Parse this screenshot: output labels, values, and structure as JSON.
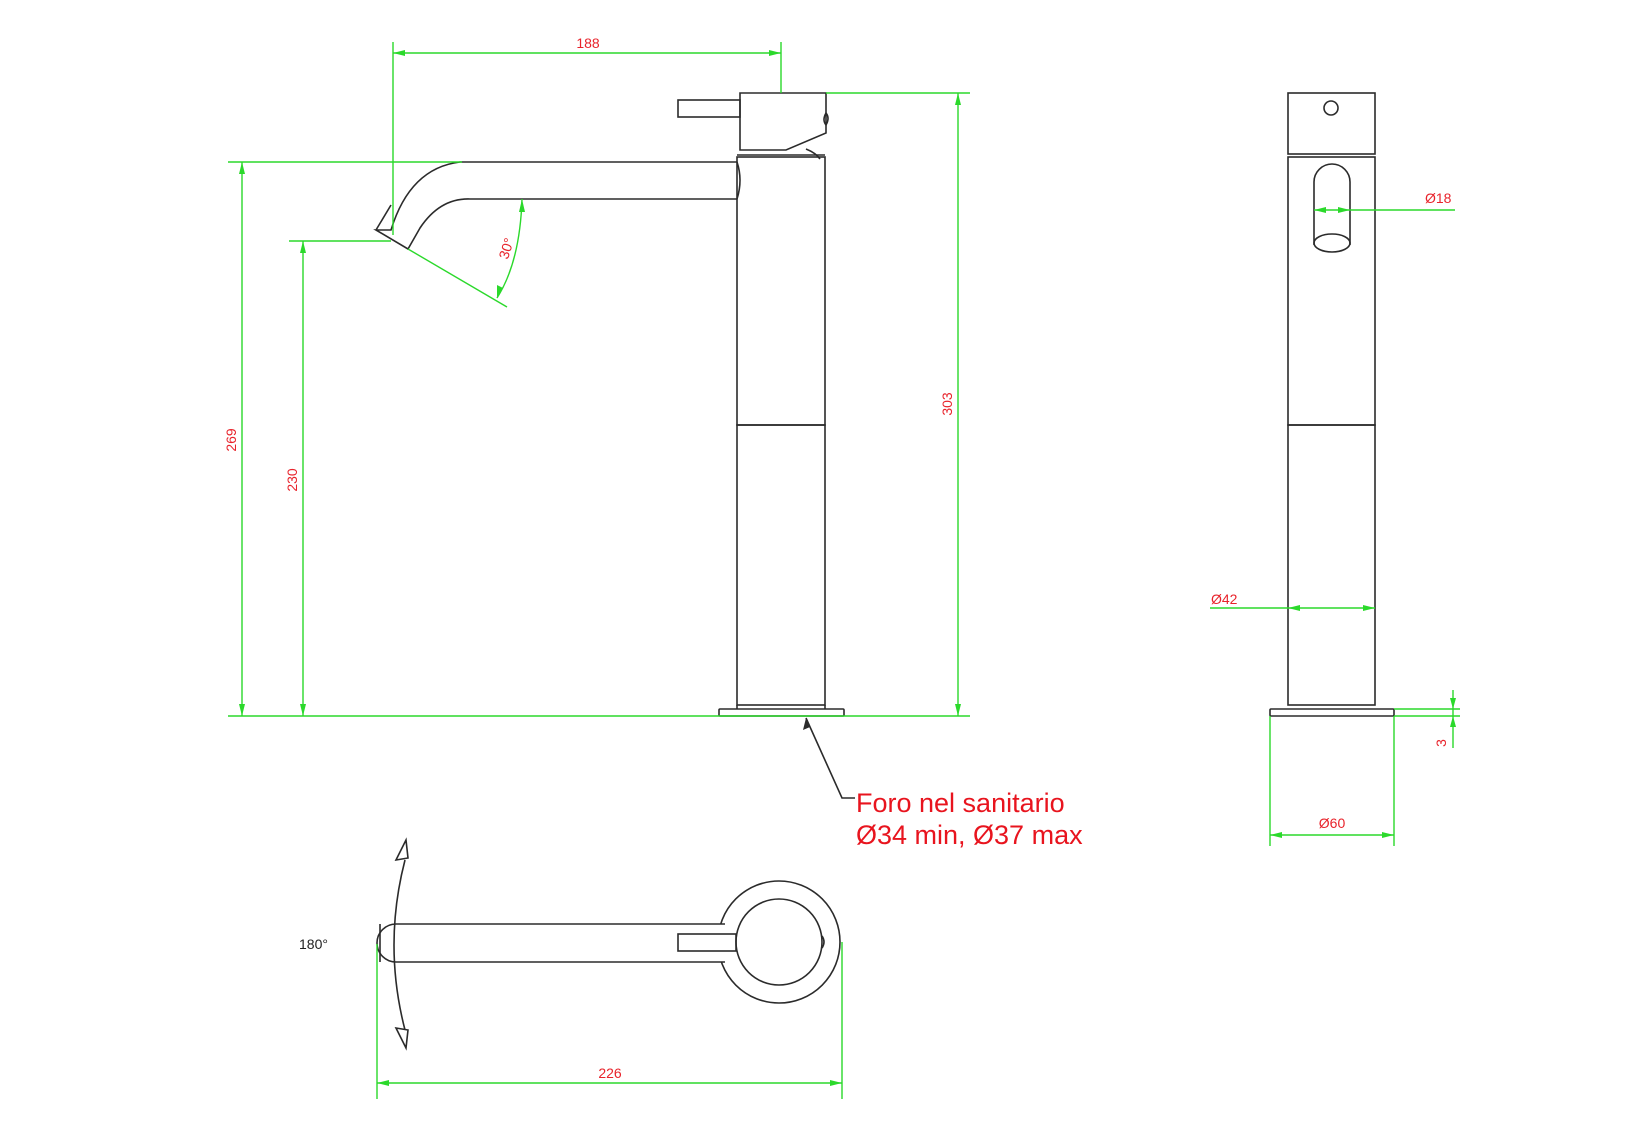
{
  "colors": {
    "outline": "#2b2b2b",
    "dimension_line": "#2bd92b",
    "dimension_text": "#e8232b",
    "note_text": "#e8141e"
  },
  "views": {
    "side_view": {
      "dimensions": {
        "spout_reach": "188",
        "total_height": "303",
        "spout_top_height": "269",
        "outlet_height": "230",
        "outlet_angle": "30°"
      }
    },
    "front_view": {
      "dimensions": {
        "outlet_diameter": "Ø18",
        "body_diameter": "Ø42",
        "base_thickness": "3",
        "base_diameter": "Ø60"
      }
    },
    "top_view": {
      "rotation_label": "180°",
      "dimensions": {
        "overall_length": "226"
      }
    }
  },
  "note": {
    "line1": "Foro nel sanitario",
    "line2": "Ø34 min, Ø37 max"
  }
}
